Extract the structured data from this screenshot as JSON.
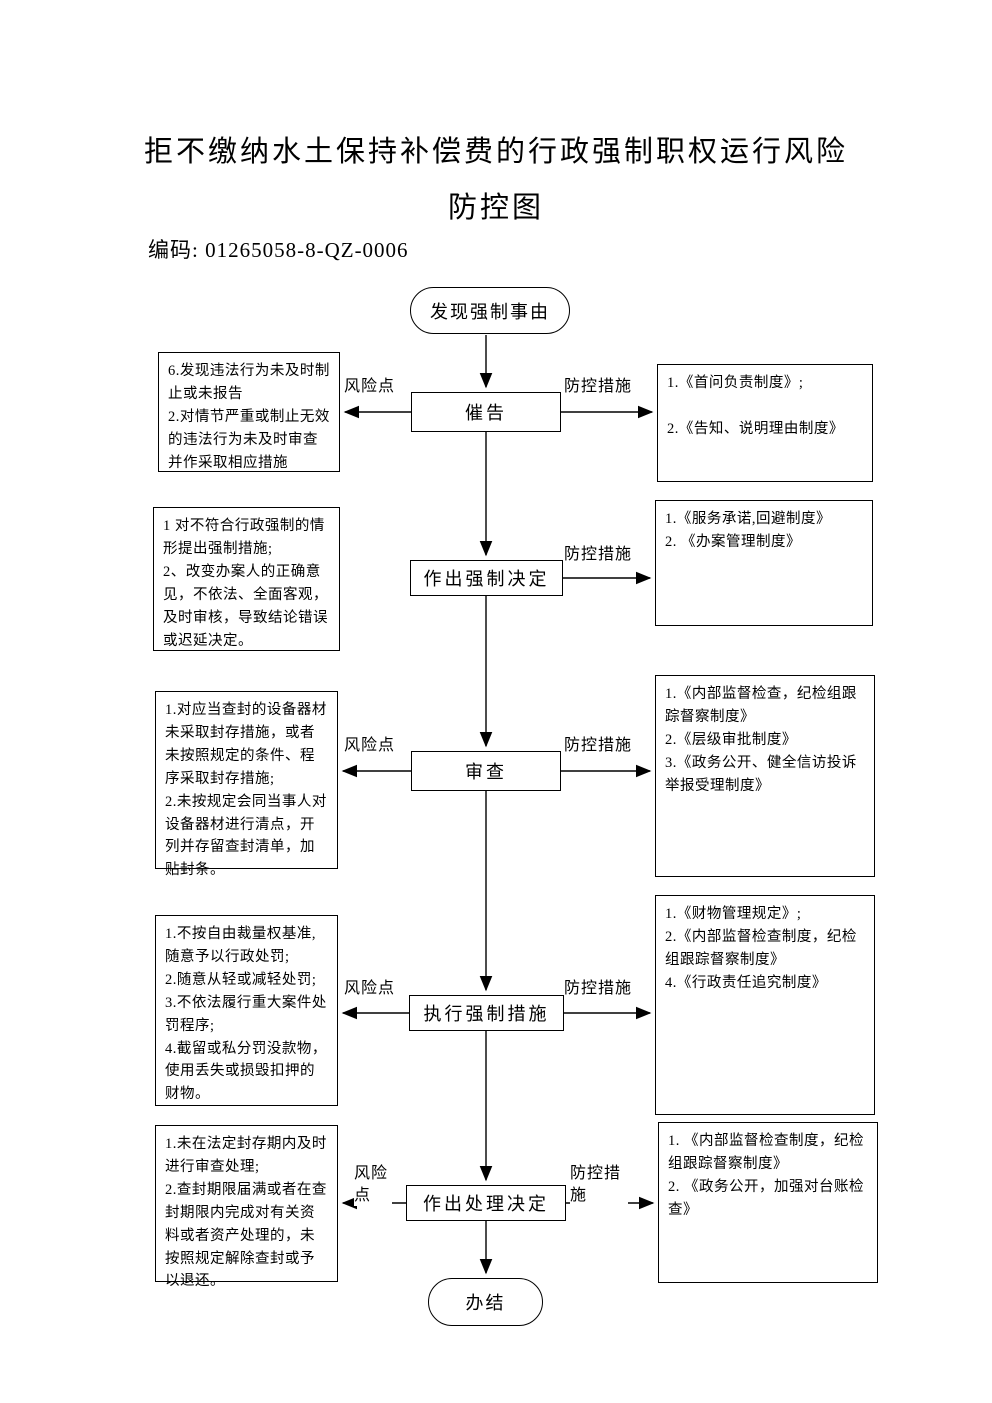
{
  "page": {
    "title_line1": "拒不缴纳水土保持补偿费的行政强制职权运行风险",
    "title_line2": "防控图",
    "code": "编码: 01265058-8-QZ-0006"
  },
  "flow": {
    "start": "发现强制事由",
    "end": "办结",
    "steps": [
      {
        "label": "催告",
        "risk_label": "风险点",
        "control_label": "防控措施",
        "risk_text": "6.发现违法行为未及时制止或未报告\n2.对情节严重或制止无效的违法行为未及时审查并作采取相应措施",
        "control_text": "1.《首问负责制度》;\n\n2.《告知、说明理由制度》"
      },
      {
        "label": "作出强制决定",
        "control_label": "防控措施",
        "risk_text": "1 对不符合行政强制的情形提出强制措施;\n2、改变办案人的正确意见，不依法、全面客观，及时审核，导致结论错误或迟延决定。",
        "control_text": "1.《服务承诺,回避制度》\n2. 《办案管理制度》"
      },
      {
        "label": "审查",
        "risk_label": "风险点",
        "control_label": "防控措施",
        "risk_text": "1.对应当查封的设备器材未采取封存措施，或者未按照规定的条件、程序采取封存措施;\n2.未按规定会同当事人对设备器材进行清点，开列并存留查封清单，加贴封条。",
        "control_text": "1.《内部监督检查，纪检组跟踪督察制度》\n2.《层级审批制度》\n3.《政务公开、健全信访投诉举报受理制度》"
      },
      {
        "label": "执行强制措施",
        "risk_label": "风险点",
        "control_label": "防控措施",
        "risk_text": "1.不按自由裁量权基准,随意予以行政处罚;\n2.随意从轻或减轻处罚;\n3.不依法履行重大案件处罚程序;\n4.截留或私分罚没款物，使用丢失或损毁扣押的财物。",
        "control_text": "1.《财物管理规定》;\n2.《内部监督检查制度，纪检组跟踪督察制度》\n4.《行政责任追究制度》"
      },
      {
        "label": "作出处理决定",
        "risk_label": "风险点",
        "control_label": "防控措施",
        "risk_text": "1.未在法定封存期内及时进行审查处理;\n2.查封期限届满或者在查封期限内完成对有关资料或者资产处理的，未按照规定解除查封或予以退还。",
        "control_text": "1. 《内部监督检查制度，纪检组跟踪督察制度》\n2. 《政务公开，加强对台账检查》"
      }
    ]
  }
}
